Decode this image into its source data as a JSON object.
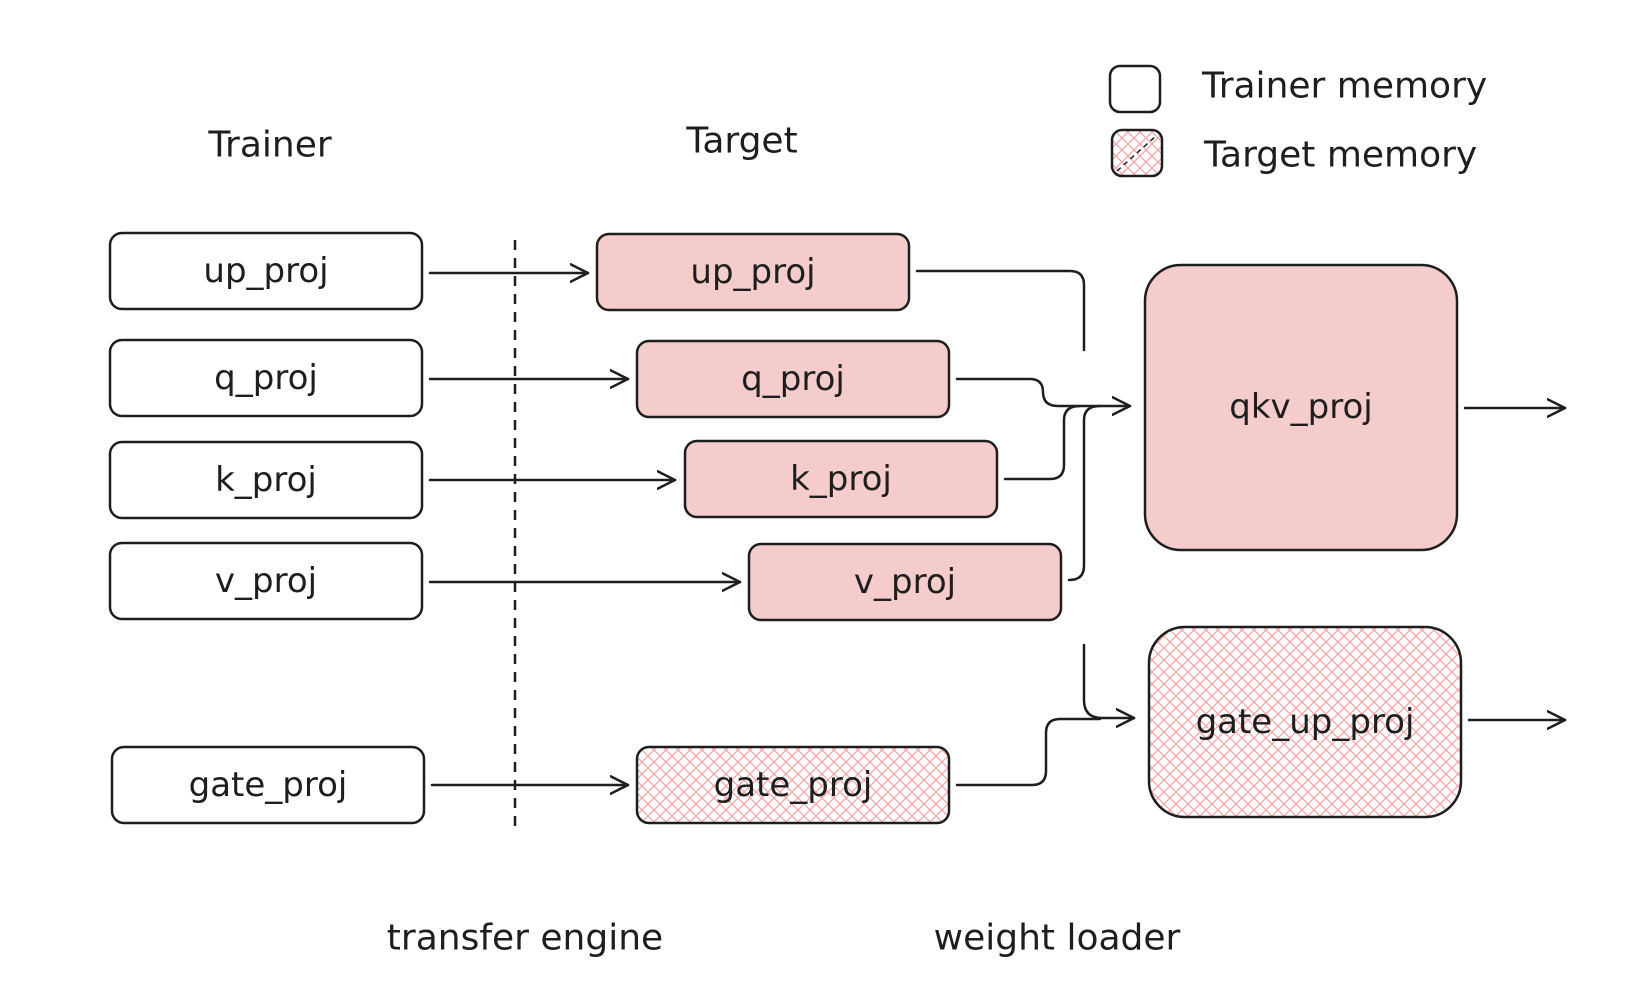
{
  "headers": {
    "trainer": "Trainer",
    "target": "Target"
  },
  "legend": {
    "trainer_memory": "Trainer memory",
    "target_memory": "Target memory"
  },
  "colors": {
    "target_fill": "#f5cccc",
    "hatch": "#f2a5a5",
    "stroke": "#1e1e1e",
    "trainer_fill": "#ffffff"
  },
  "trainer_boxes": [
    "up_proj",
    "q_proj",
    "k_proj",
    "v_proj",
    "gate_proj"
  ],
  "target_boxes": [
    "up_proj",
    "q_proj",
    "k_proj",
    "v_proj",
    "gate_proj"
  ],
  "fused": {
    "qkv": "qkv_proj",
    "gate_up": "gate_up_proj"
  },
  "footer": {
    "transfer_engine": "transfer engine",
    "weight_loader": "weight loader"
  }
}
